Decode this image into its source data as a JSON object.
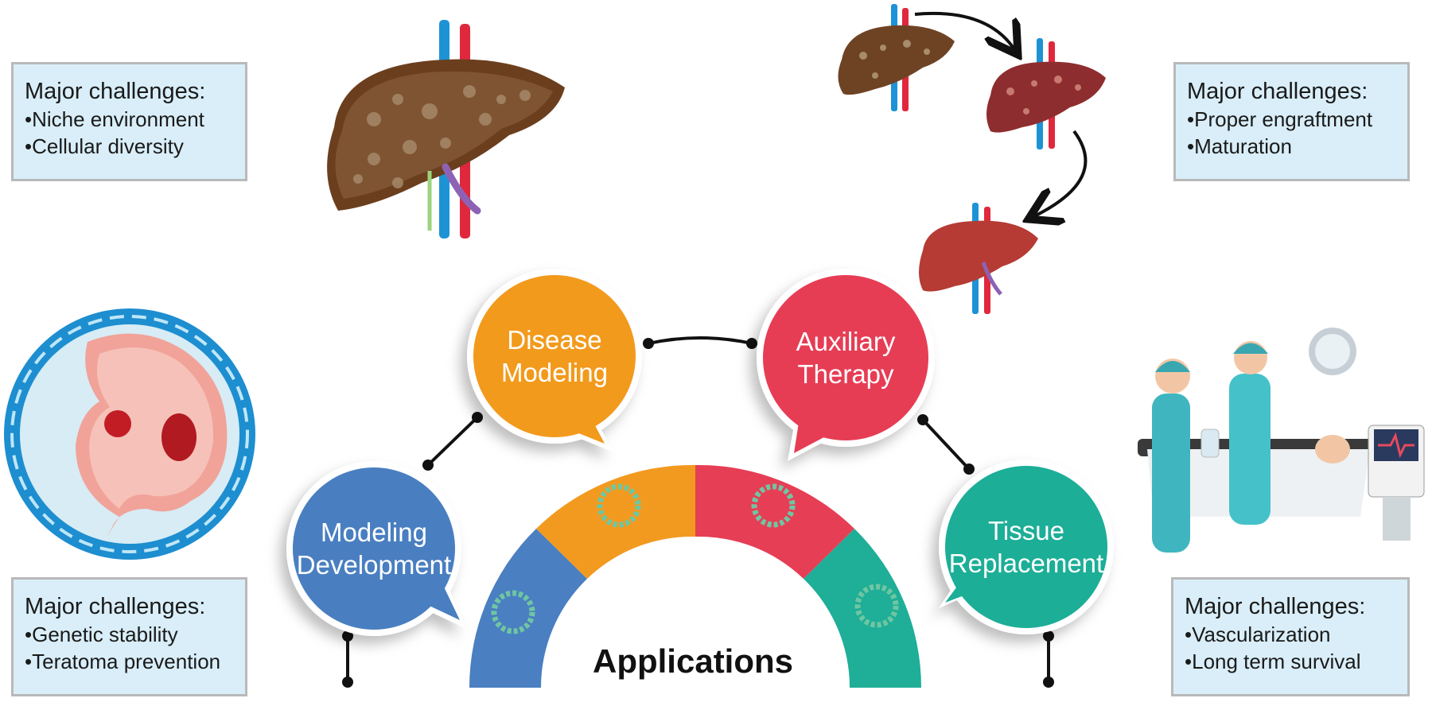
{
  "challenge_boxes": {
    "top_left": {
      "title": "Major challenges:",
      "items": [
        "•Niche environment",
        "•Cellular diversity"
      ]
    },
    "top_right": {
      "title": "Major challenges:",
      "items": [
        "•Proper engraftment",
        "•Maturation"
      ]
    },
    "bottom_left": {
      "title": "Major challenges:",
      "items": [
        "•Genetic stability",
        "•Teratoma prevention"
      ]
    },
    "bottom_right": {
      "title": "Major challenges:",
      "items": [
        "•Vascularization",
        "•Long term survival"
      ]
    }
  },
  "applications": {
    "title": "Applications",
    "nodes": [
      {
        "line1": "Modeling",
        "line2": "Development",
        "color": "#4a7fc1"
      },
      {
        "line1": "Disease",
        "line2": "Modeling",
        "color": "#f29a1f"
      },
      {
        "line1": "Auxiliary",
        "line2": "Therapy",
        "color": "#e63e55"
      },
      {
        "line1": "Tissue",
        "line2": "Replacement",
        "color": "#1fae97"
      }
    ]
  },
  "icons": [
    "diseased-liver-icon",
    "liver-progression-icon",
    "embryo-icon",
    "surgery-scene-icon",
    "organoid-icon"
  ]
}
